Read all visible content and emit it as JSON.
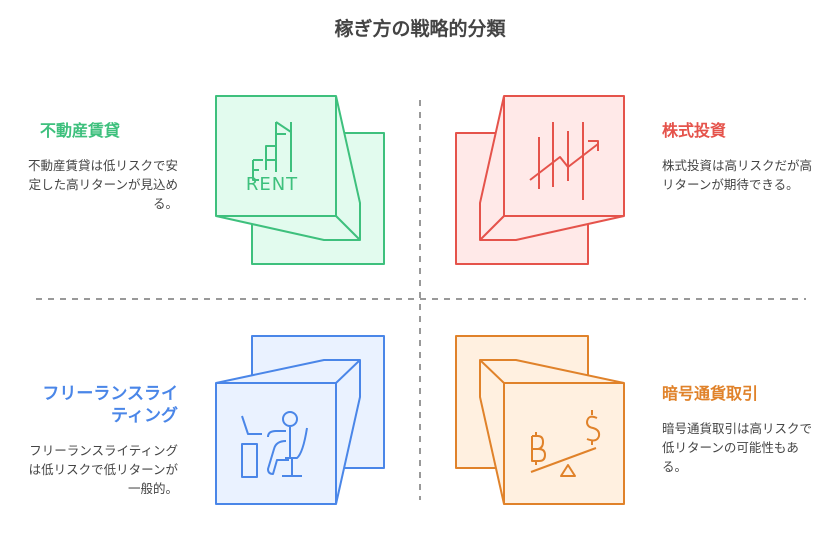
{
  "title": "稼ぎ方の戦略的分類",
  "quadrants": [
    {
      "heading": "不動産賃貸",
      "description": "不動産賃貸は低リスクで安定した高リターンが見込める。",
      "icon": "rent-building-icon",
      "icon_text": "RENT",
      "color": "#3ec07d",
      "fill": "#e2fbee"
    },
    {
      "heading": "株式投資",
      "description": "株式投資は高リスクだが高リターンが期待できる。",
      "icon": "stock-chart-icon",
      "color": "#e5534b",
      "fill": "#ffe9e8"
    },
    {
      "heading": "フリーランスライティング",
      "description": "フリーランスライティングは低リスクで低リターンが一般的。",
      "icon": "person-at-desk-icon",
      "color": "#4a86e8",
      "fill": "#eaf2ff"
    },
    {
      "heading": "暗号通貨取引",
      "description": "暗号通貨取引は高リスクで低リターンの可能性もある。",
      "icon": "crypto-balance-icon",
      "color": "#e0822a",
      "fill": "#fff0e0"
    }
  ]
}
